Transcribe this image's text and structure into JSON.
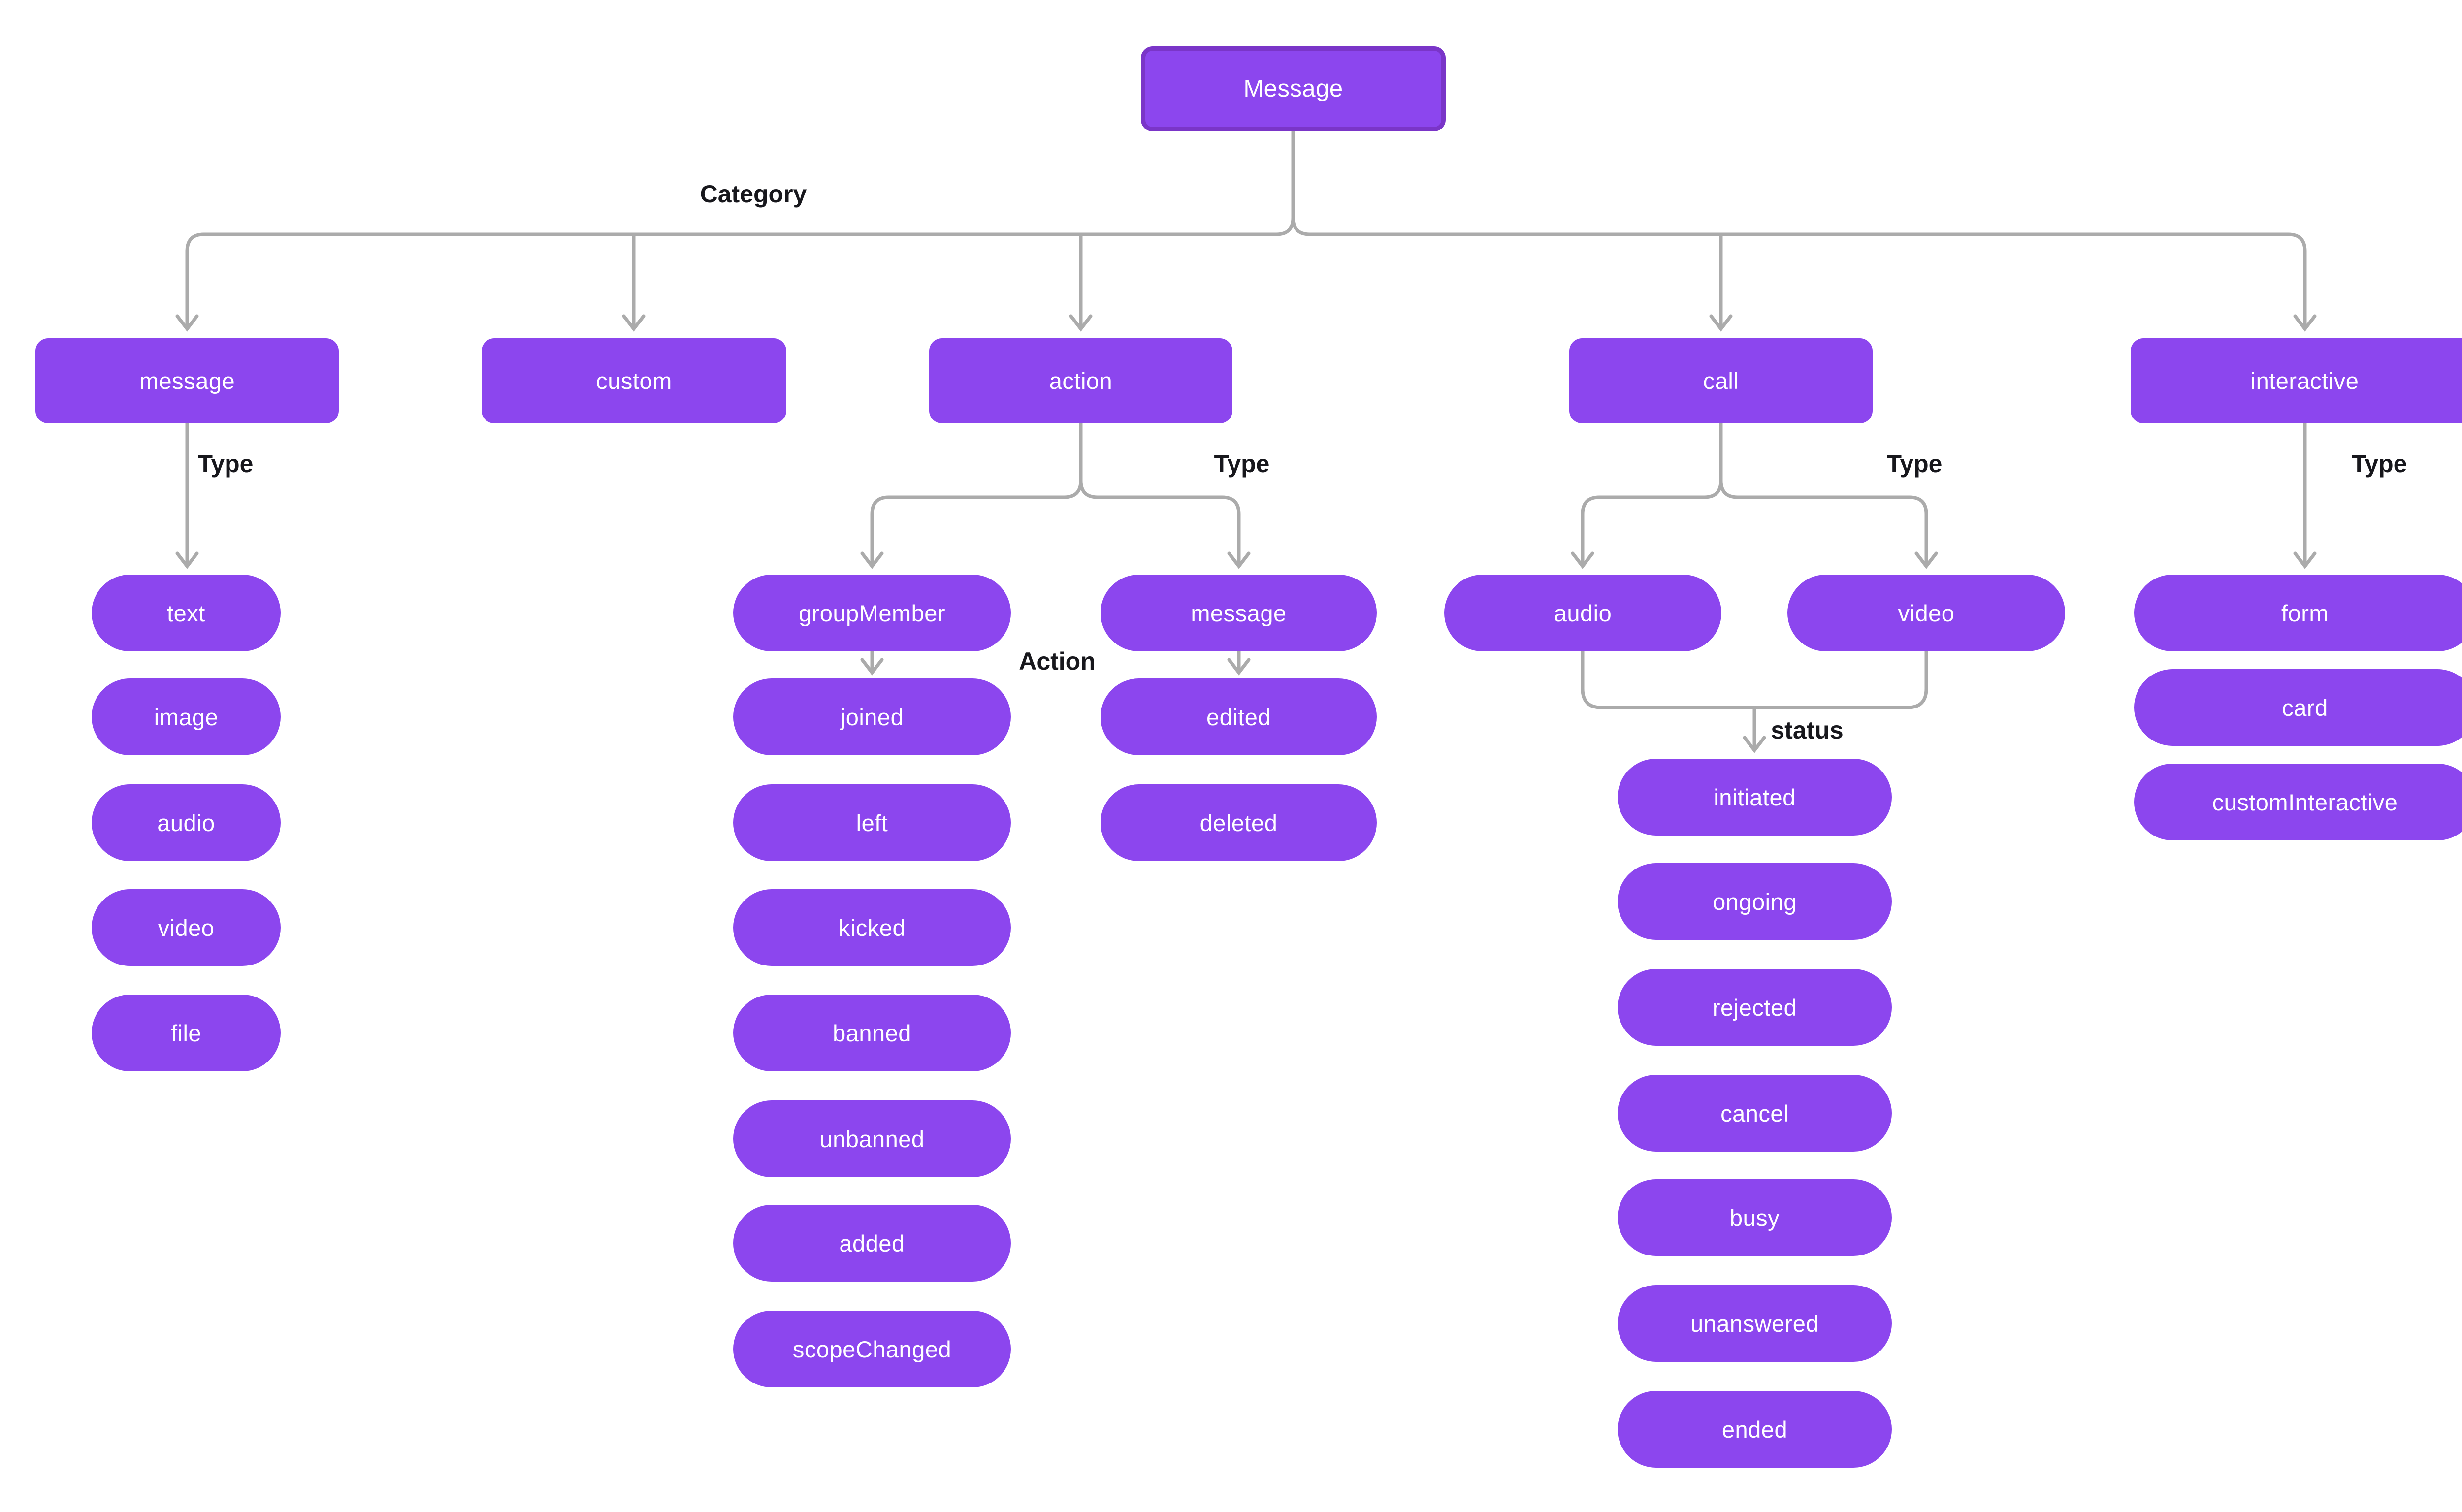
{
  "root": {
    "label": "Message"
  },
  "labels": {
    "category": "Category",
    "type": "Type",
    "action": "Action",
    "status": "status"
  },
  "tree": {
    "categories": [
      "message",
      "custom",
      "action",
      "call",
      "interactive"
    ],
    "message": {
      "types": [
        "text",
        "image",
        "audio",
        "video",
        "file"
      ]
    },
    "action": {
      "types": [
        "groupMember",
        "message"
      ],
      "groupMember": {
        "actions": [
          "joined",
          "left",
          "kicked",
          "banned",
          "unbanned",
          "added",
          "scopeChanged"
        ]
      },
      "message": {
        "actions": [
          "edited",
          "deleted"
        ]
      }
    },
    "call": {
      "types": [
        "audio",
        "video"
      ],
      "statuses": [
        "initiated",
        "ongoing",
        "rejected",
        "cancel",
        "busy",
        "unanswered",
        "ended"
      ]
    },
    "interactive": {
      "types": [
        "form",
        "card",
        "customInteractive"
      ]
    }
  },
  "colors": {
    "node_fill": "#8C46EE",
    "root_border": "#7A35C8",
    "node_text": "#FFFFFF",
    "connector": "#ABABAB",
    "label_text": "#17171C",
    "background": "#FFFFFF"
  }
}
